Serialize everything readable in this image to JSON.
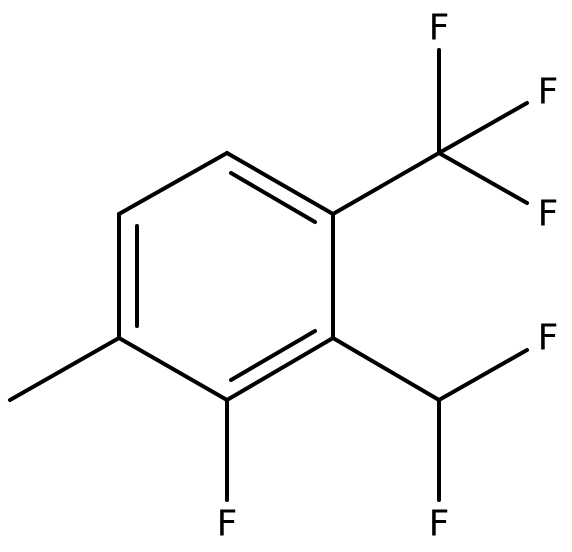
{
  "molecule": {
    "atoms": {
      "f_cf3_top": "F",
      "f_cf3_mid": "F",
      "f_cf3_low": "F",
      "f_chf2_top": "F",
      "f_chf2_bottom": "F",
      "f_ring": "F"
    }
  }
}
